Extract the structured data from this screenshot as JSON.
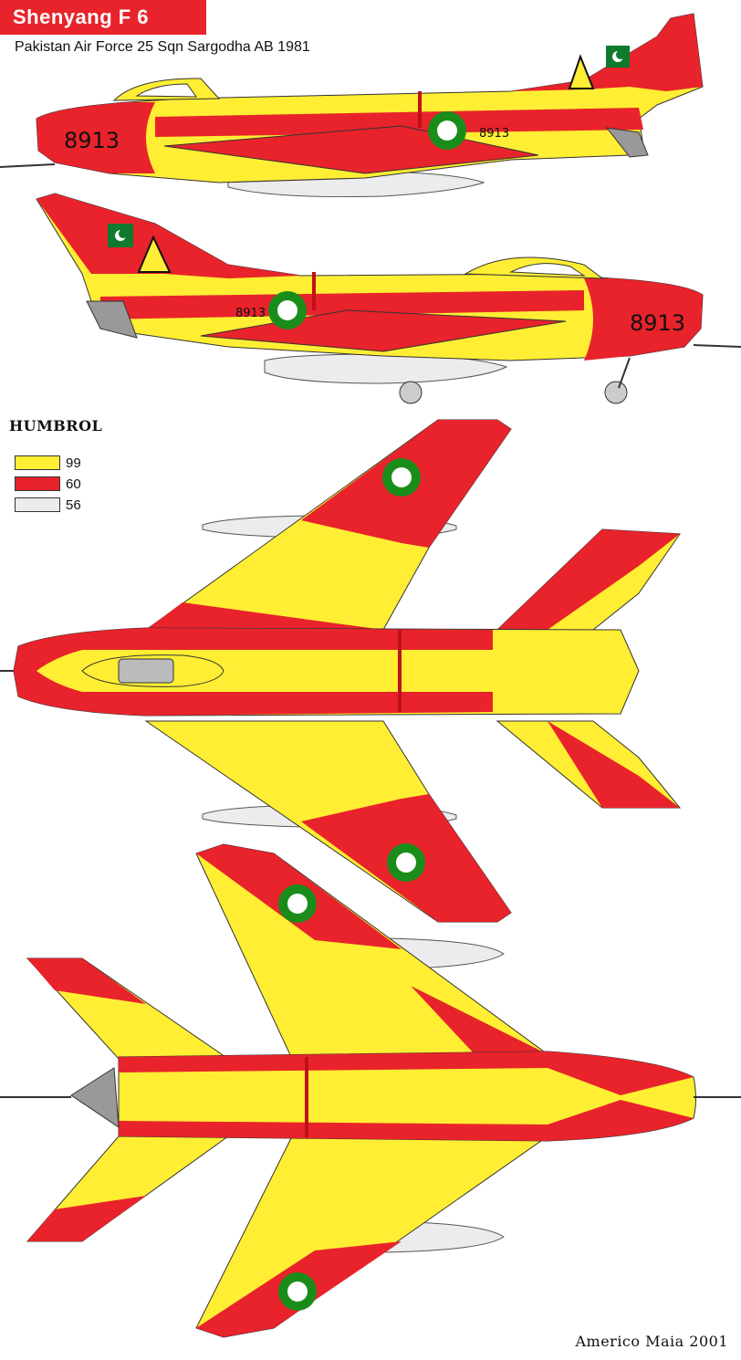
{
  "title": "Shenyang  F 6",
  "subtitle": "Pakistan Air Force  25 Sqn  Sargodha AB  1981",
  "serial": "8913",
  "brand": "HUMBROL",
  "legend": [
    {
      "code": "99",
      "color": "#ffee33"
    },
    {
      "code": "60",
      "color": "#e8232b"
    },
    {
      "code": "56",
      "color": "#ececef"
    }
  ],
  "credit": "Americo Maia   2001",
  "colors": {
    "yellow": "#ffee33",
    "red": "#e8232b",
    "grey": "#ececef",
    "roundel_green": "#1a8c1a",
    "flag_green": "#0e7a2e"
  }
}
